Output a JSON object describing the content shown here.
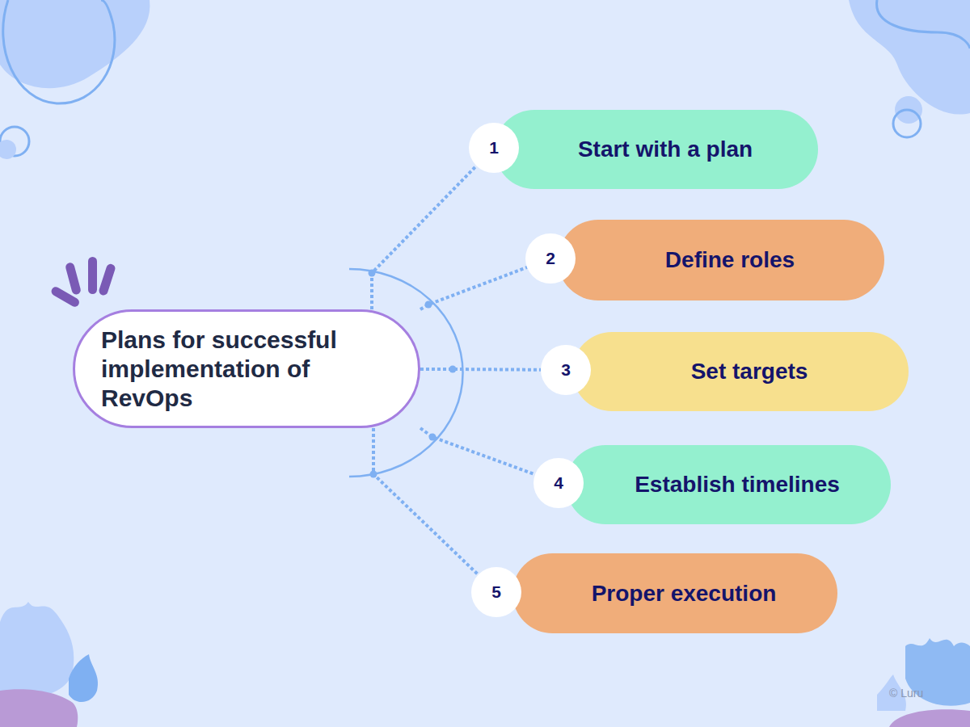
{
  "diagram": {
    "nodes": [
      {
        "text": [
          "Plans for successful implementation of RevOps"
        ]
      },
      {
        "text": [
          "Start with a plan"
        ]
      },
      {
        "text": [
          "1"
        ],
        "in": 1
      },
      {
        "text": [
          "Define roles"
        ]
      },
      {
        "text": [
          "2"
        ],
        "in": 3
      },
      {
        "text": [
          "Set targets"
        ]
      },
      {
        "text": [
          "3"
        ],
        "in": 5
      },
      {
        "text": [
          "Establish timelines"
        ]
      },
      {
        "text": [
          "4"
        ],
        "in": 7
      },
      {
        "text": [
          "Proper execution"
        ]
      },
      {
        "text": [
          "5"
        ],
        "in": 9
      }
    ],
    "edges": [
      {
        "from": 0,
        "to": 2,
        "arrow": "none"
      },
      {
        "from": 0,
        "to": 4,
        "arrow": "none"
      },
      {
        "from": 0,
        "to": 6,
        "arrow": "none"
      },
      {
        "from": 0,
        "to": 8,
        "arrow": "none"
      },
      {
        "from": 0,
        "to": 10,
        "arrow": "none"
      }
    ],
    "labels": [
      "© Luru"
    ]
  }
}
